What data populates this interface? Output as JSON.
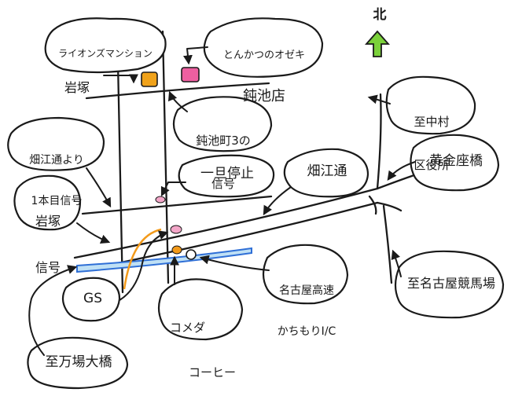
{
  "north": {
    "label": "北",
    "arrow_color": "#7bd13a"
  },
  "colors": {
    "road": "#1a1a1a",
    "river": "#2f6fd6",
    "river_fill": "#bfe0f5",
    "route_orange": "#f39a1a",
    "mansion_marker": "#f0a21a",
    "tonkatsu_marker": "#ee5fa0",
    "signal_pink": "#f3a6c8",
    "komeda_marker": "#f39a1a",
    "interchange_marker": "#ffffff"
  },
  "labels": {
    "lions_mansion": {
      "line1": "ライオンズマンション",
      "line2": "岩塚"
    },
    "tonkatsu": {
      "line1": "とんかつのオゼキ",
      "line2": "鈍池店"
    },
    "signal_ikeshita": {
      "line1": "鈍池町3の",
      "line2": "信号"
    },
    "signal_hataedori": {
      "line1": "畑江通より",
      "line2": "1本目信号"
    },
    "ichiji_teishi": {
      "text": "一旦停止"
    },
    "hataedori": {
      "text": "畑江通"
    },
    "iwatsuka_signal": {
      "line1": "岩塚",
      "line2": "信号"
    },
    "nakamura_ward": {
      "line1": "至中村",
      "line2": "区役所"
    },
    "koganezabashi": {
      "text": "黄金座橋"
    },
    "nagoya_keibajo": {
      "text": "至名古屋競馬場"
    },
    "nagoya_kosoku": {
      "line1": "名古屋高速",
      "line2": "かちもりI/C"
    },
    "gas_station": {
      "text": "GS"
    },
    "komeda": {
      "line1": "コメダ",
      "line2": "コーヒー"
    },
    "manbaohashi": {
      "text": "至万場大橋"
    }
  }
}
